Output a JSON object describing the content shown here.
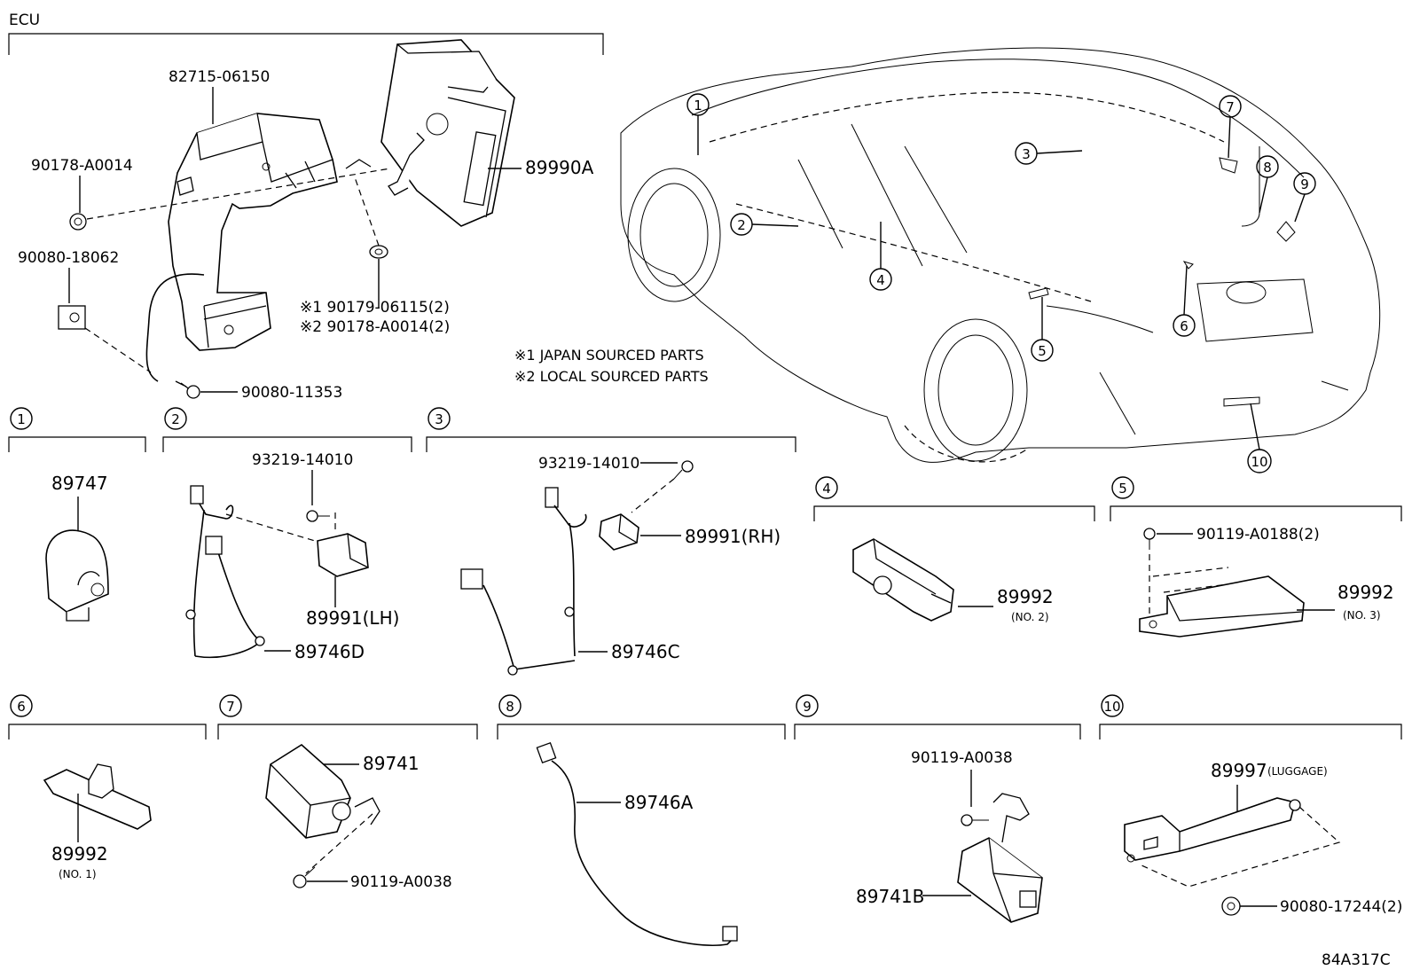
{
  "diagram": {
    "ecu_section": {
      "title": "ECU",
      "parts": {
        "bracket": "82715-06150",
        "ecu": "89990A",
        "nut_top": "90178-A0014",
        "clip": "90080-18062",
        "bolt": "90080-11353",
        "fastener_note_1": "※1 90179-06115(2)",
        "fastener_note_2": "※2 90178-A0014(2)"
      },
      "legend": [
        "※1 JAPAN SOURCED PARTS",
        "※2 LOCAL SOURCED PARTS"
      ]
    },
    "car_callouts": [
      "1",
      "2",
      "3",
      "4",
      "5",
      "6",
      "7",
      "8",
      "9",
      "10"
    ],
    "sections": [
      {
        "num": "1",
        "parts": [
          "89747"
        ]
      },
      {
        "num": "2",
        "parts": [
          "93219-14010",
          "89991(LH)",
          "89746D"
        ]
      },
      {
        "num": "3",
        "parts": [
          "93219-14010",
          "89991(RH)",
          "89746C"
        ]
      },
      {
        "num": "4",
        "parts": [
          "89992"
        ],
        "sub": "(NO. 2)"
      },
      {
        "num": "5",
        "parts": [
          "90119-A0188(2)",
          "89992"
        ],
        "sub": "(NO. 3)"
      },
      {
        "num": "6",
        "parts": [
          "89992"
        ],
        "sub": "(NO. 1)"
      },
      {
        "num": "7",
        "parts": [
          "89741",
          "90119-A0038"
        ]
      },
      {
        "num": "8",
        "parts": [
          "89746A"
        ]
      },
      {
        "num": "9",
        "parts": [
          "90119-A0038",
          "89741B"
        ]
      },
      {
        "num": "10",
        "parts": [
          "89997",
          "90080-17244(2)"
        ],
        "sub": "(LUGGAGE)"
      }
    ],
    "diagram_code": "84A317C"
  }
}
